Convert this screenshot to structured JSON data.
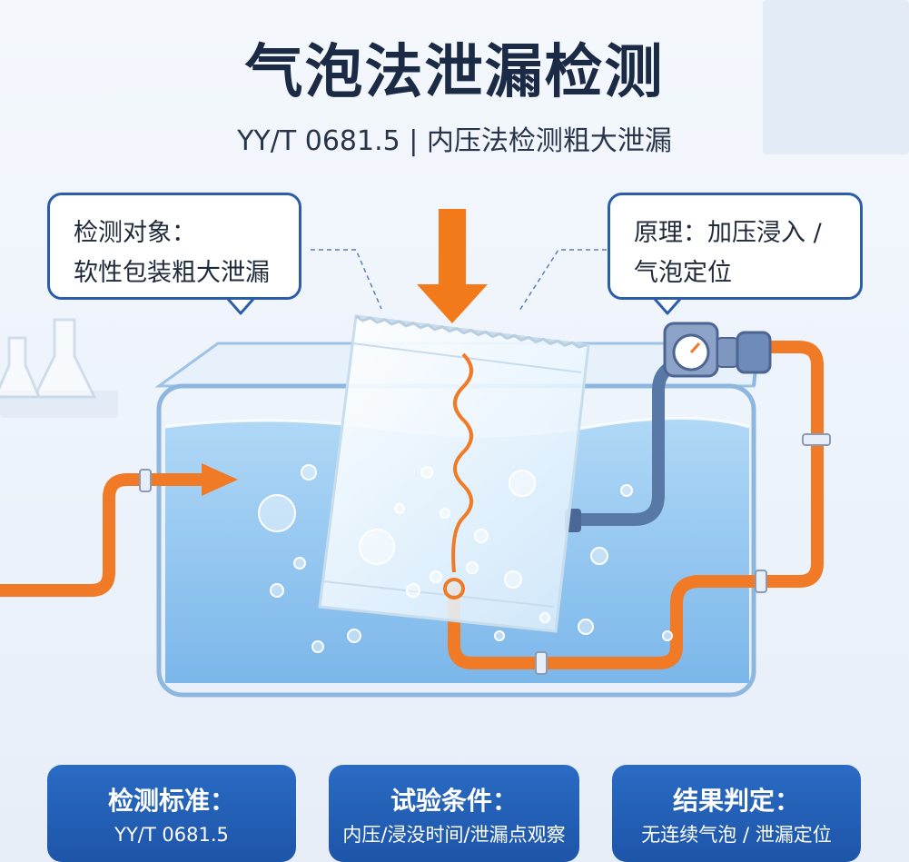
{
  "header": {
    "title": "气泡法泄漏检测",
    "subtitle": "YY/T 0681.5 | 内压法检测粗大泄漏"
  },
  "callouts": {
    "left": {
      "lines": [
        "检测对象：",
        "软性包装粗大泄漏"
      ]
    },
    "right": {
      "lines": [
        "原理：加压浸入 /",
        "气泡定位"
      ]
    }
  },
  "cards": [
    {
      "title": "检测标准：",
      "value": "YY/T 0681.5"
    },
    {
      "title": "试验条件：",
      "value": "内压/浸没时间/泄漏点观察"
    },
    {
      "title": "结果判定：",
      "value": "无连续气泡 / 泄漏定位"
    }
  ],
  "colors": {
    "pipe": "#f07a25",
    "arrow": "#f27a1a",
    "water": "#8cc4f0",
    "card": "#1f5bb0",
    "callout_border": "#2a5ea8"
  },
  "icons": [
    "down-arrow-icon",
    "pressure-gauge-icon",
    "flask-icon"
  ]
}
